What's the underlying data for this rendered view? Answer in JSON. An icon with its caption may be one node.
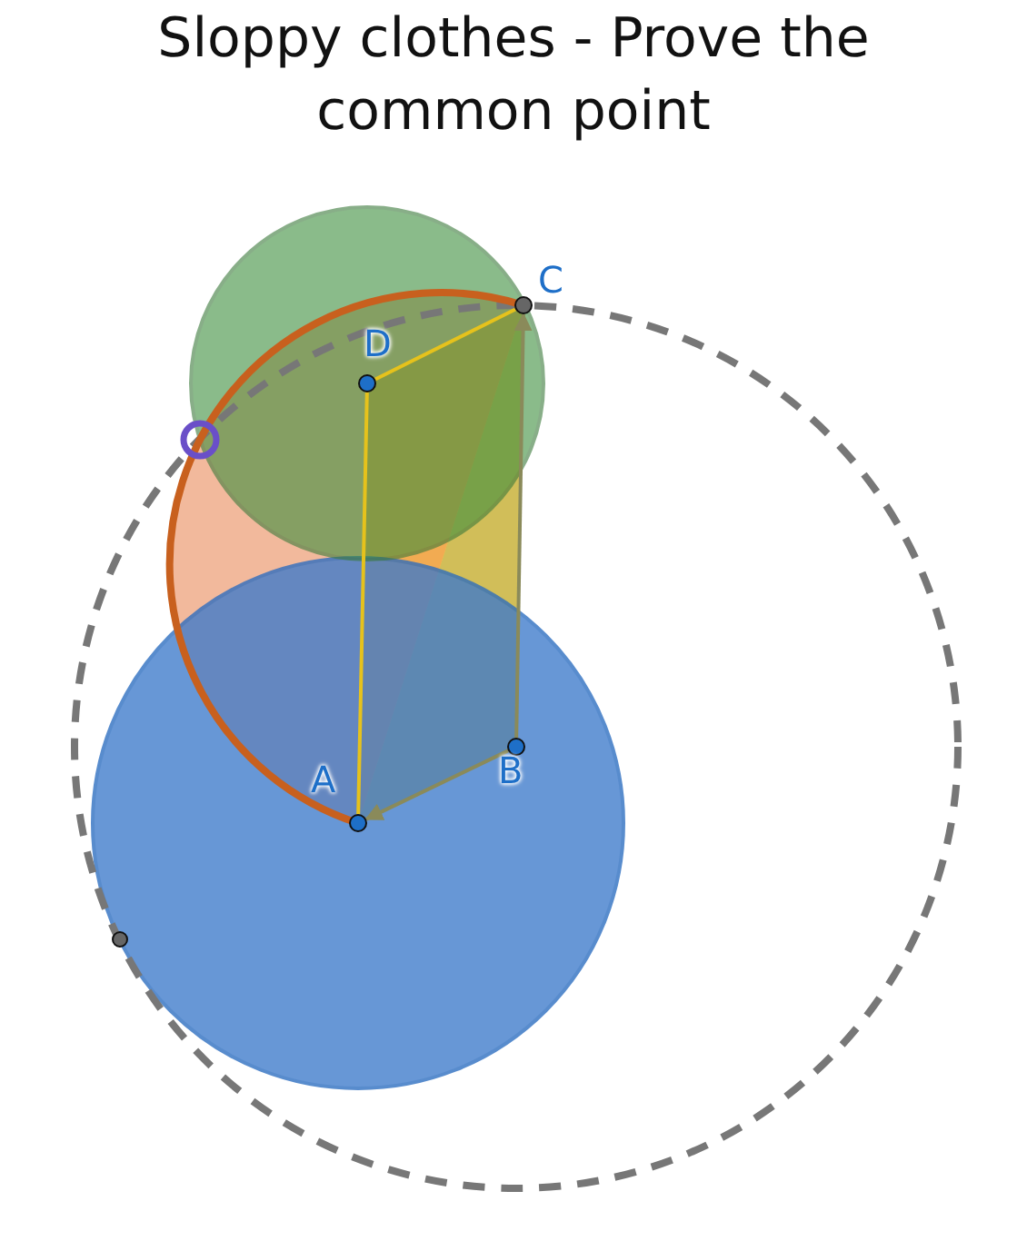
{
  "diagram": {
    "title": "Sloppy clothes - Prove the common point",
    "nodes": [
      {
        "text": [
          "A"
        ]
      },
      {
        "text": [
          "B"
        ]
      },
      {
        "text": [
          "C"
        ]
      },
      {
        "text": [
          "D"
        ]
      }
    ],
    "edges": [
      {
        "from": 0,
        "to": 3,
        "arrow": "none",
        "color": "#e6c21c"
      },
      {
        "from": 3,
        "to": 2,
        "arrow": "none",
        "color": "#e6c21c"
      },
      {
        "from": 1,
        "to": 2,
        "arrow": "to",
        "color": "#8a8a5a"
      },
      {
        "from": 1,
        "to": 0,
        "arrow": "to",
        "color": "#8a8a5a"
      }
    ]
  }
}
